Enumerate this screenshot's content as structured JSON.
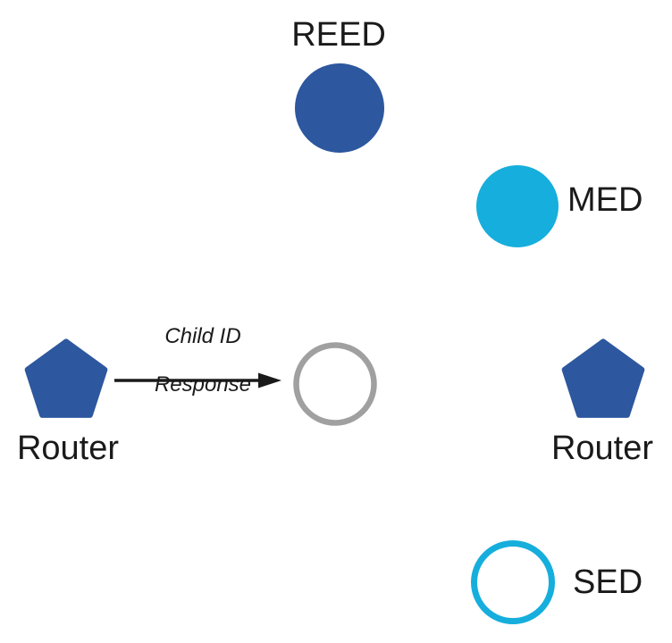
{
  "page": {
    "background": "#FFFFFF"
  },
  "colors": {
    "node_blue": "#2D579E",
    "node_cyan": "#16AEDC",
    "outline_gray": "#A0A0A0",
    "arrow_black": "#1A1A1A",
    "label_text": "#1A1A1A"
  },
  "nodes": {
    "reed": {
      "label": "REED",
      "shape": "filled-circle"
    },
    "med": {
      "label": "MED",
      "shape": "filled-circle"
    },
    "router_left": {
      "label": "Router",
      "shape": "filled-pentagon"
    },
    "joining_child": {
      "label": "",
      "shape": "outlined-circle"
    },
    "router_right": {
      "label": "Router",
      "shape": "filled-pentagon"
    },
    "sed": {
      "label": "SED",
      "shape": "outlined-circle"
    }
  },
  "message_arrow": {
    "label_line1": "Child ID",
    "label_line2": "Response",
    "direction": "left-to-right"
  }
}
